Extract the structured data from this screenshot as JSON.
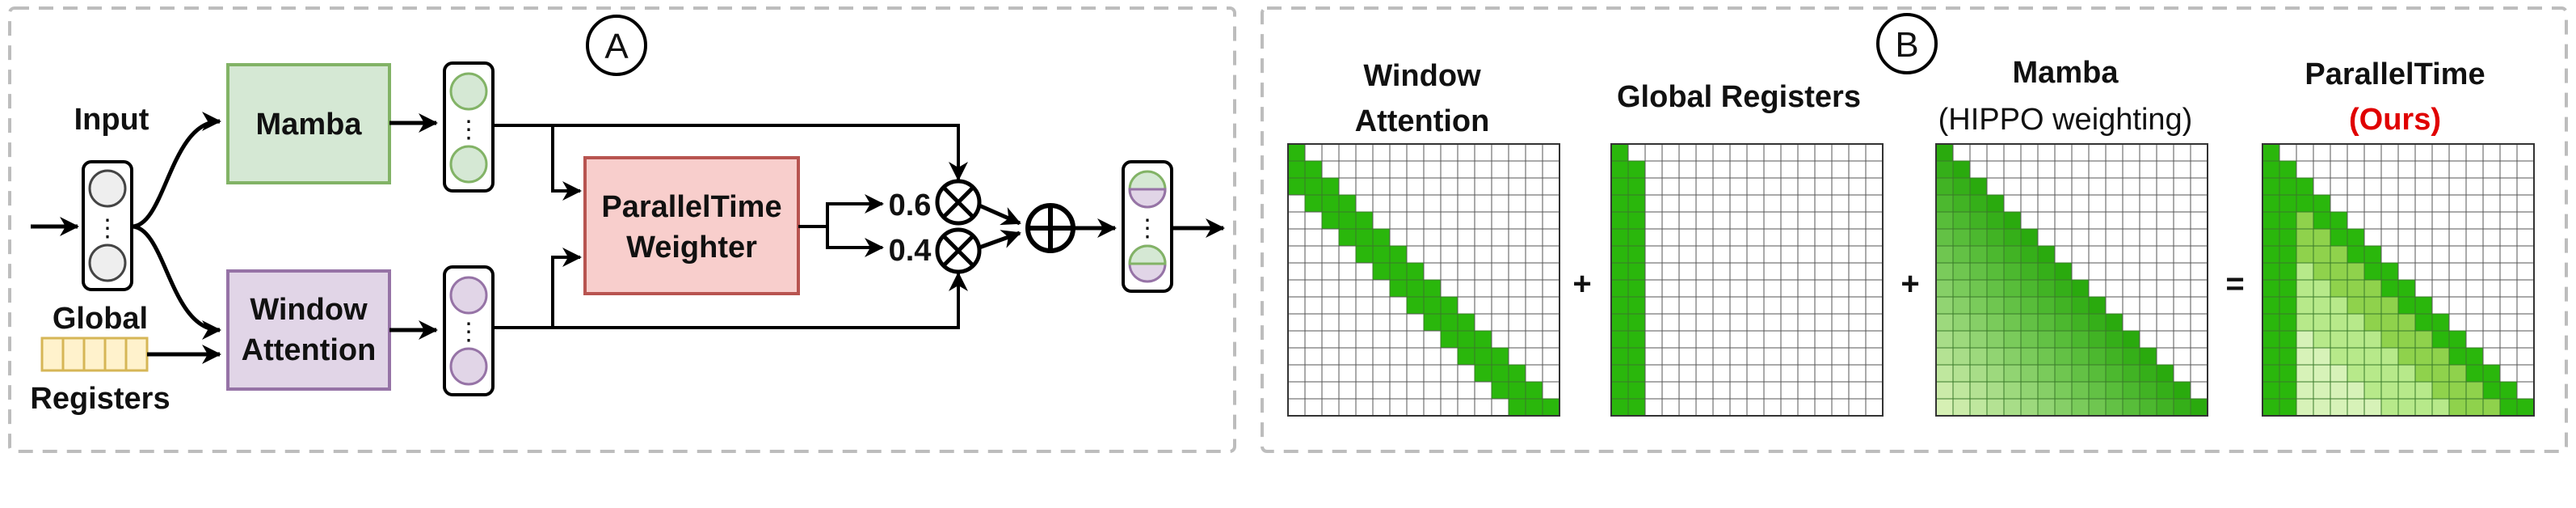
{
  "panel_a": {
    "badge": "A",
    "input_label": "Input",
    "global_label": "Global",
    "registers_label": "Registers",
    "mamba_label": "Mamba",
    "window_attention_line1": "Window",
    "window_attention_line2": "Attention",
    "weighter_line1": "ParallelTime",
    "weighter_line2": "Weighter",
    "weight_top": "0.6",
    "weight_bottom": "0.4",
    "vector_dots": "⋮"
  },
  "panel_b": {
    "badge": "B",
    "grid_size": 16,
    "matrices": [
      {
        "title_line1": "Window",
        "title_line2": "Attention",
        "kind": "window"
      },
      {
        "title_line1": "Global Registers",
        "title_line2": "",
        "kind": "global"
      },
      {
        "title_line1": "Mamba",
        "title_line2": "(HIPPO weighting)",
        "kind": "mamba"
      },
      {
        "title_line1": "ParallelTime",
        "title_line2": "(Ours)",
        "kind": "ours"
      }
    ],
    "operators": [
      "+",
      "+",
      "="
    ]
  },
  "colors": {
    "mamba_fill": "#d5e8d4",
    "mamba_stroke": "#82b366",
    "attention_fill": "#e1d5e7",
    "attention_stroke": "#9673a6",
    "weighter_fill": "#f8cecc",
    "weighter_stroke": "#b85450",
    "register_fill": "#fff2cc",
    "register_stroke": "#d6b656",
    "strong_green": "#2ab70c",
    "ours_red": "#e00000",
    "dashed_border": "#bdbdbd"
  }
}
